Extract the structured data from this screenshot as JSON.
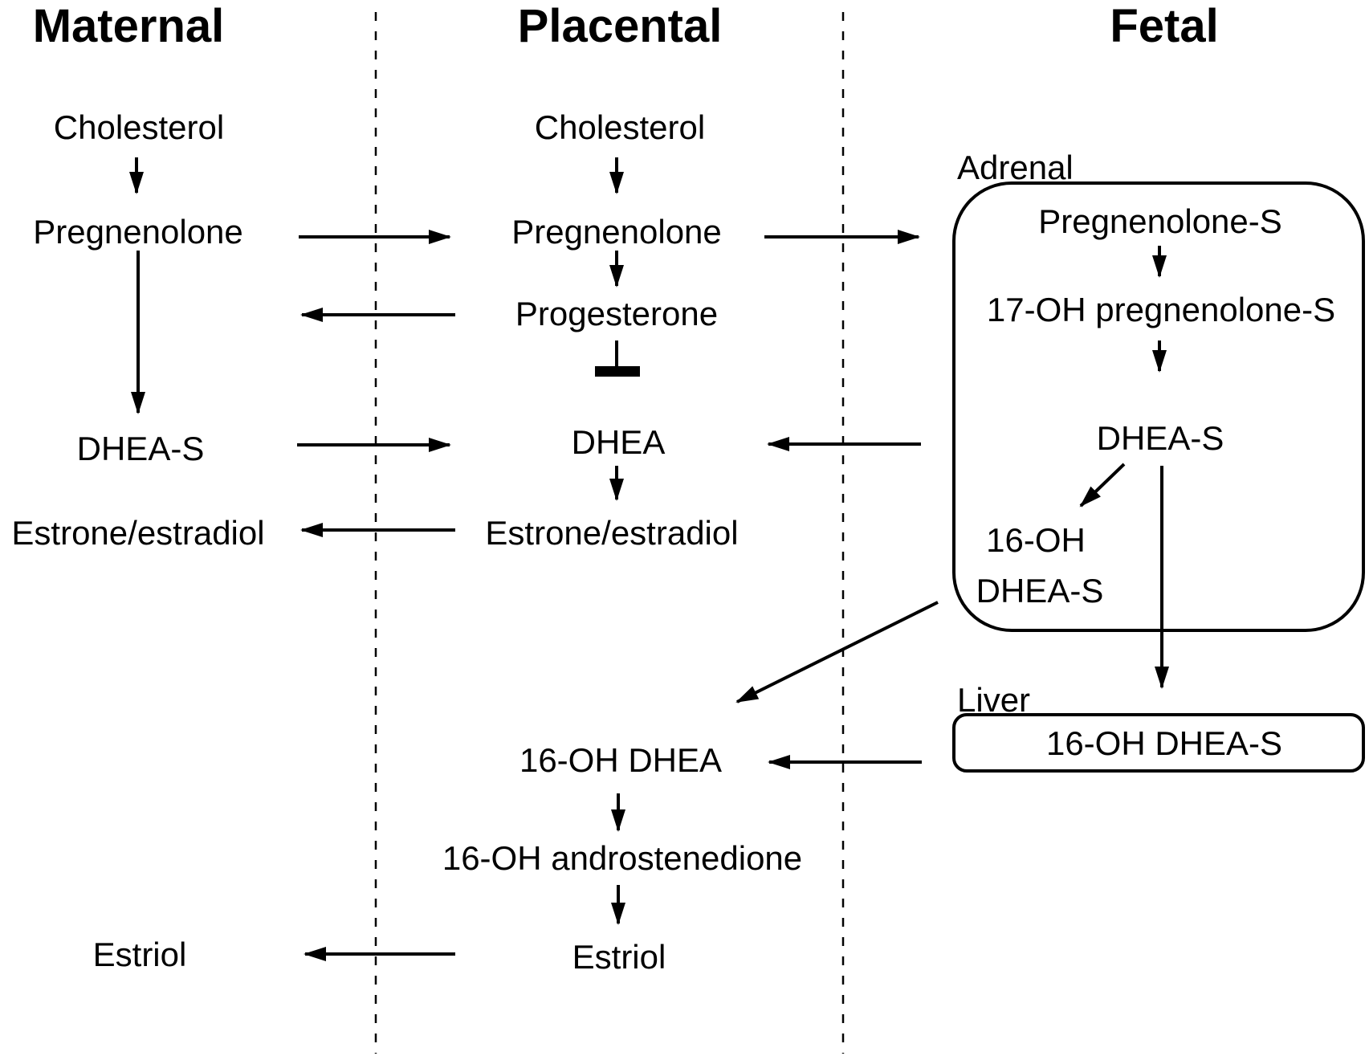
{
  "page": {
    "background": "#ffffff",
    "ink": "#000000",
    "description": "Maternal-placental-fetal steroid hormone synthesis pathway diagram"
  },
  "headers": {
    "maternal": "Maternal",
    "placental": "Placental",
    "fetal": "Fetal"
  },
  "maternal": {
    "cholesterol": "Cholesterol",
    "pregnenolone": "Pregnenolone",
    "dhea_s": "DHEA-S",
    "estrone_estradiol": "Estrone/estradiol",
    "estriol": "Estriol"
  },
  "placental": {
    "cholesterol": "Cholesterol",
    "pregnenolone": "Pregnenolone",
    "progesterone": "Progesterone",
    "dhea": "DHEA",
    "estrone_estradiol": "Estrone/estradiol",
    "oh_dhea": "16-OH DHEA",
    "oh_androstenedione": "16-OH androstenedione",
    "estriol": "Estriol"
  },
  "fetal": {
    "adrenal_label": "Adrenal",
    "pregnenolone_s": "Pregnenolone-S",
    "oh_pregnenolone_s": "17-OH pregnenolone-S",
    "dhea_s": "DHEA-S",
    "oh_dhea_s_line1": "16-OH",
    "oh_dhea_s_line2": "DHEA-S",
    "liver_label": "Liver",
    "liver_oh_dhea_s": "16-OH DHEA-S"
  }
}
